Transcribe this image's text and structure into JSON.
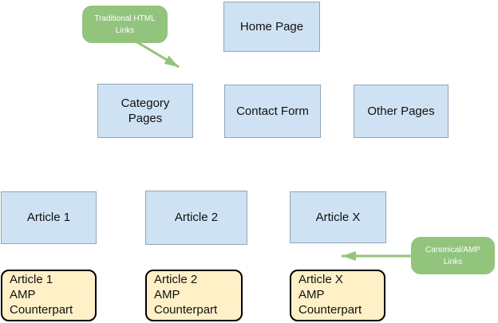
{
  "colors": {
    "box_blue_fill": "#cfe2f3",
    "box_blue_border": "#8fa5b8",
    "box_yellow_fill": "#fff0c7",
    "box_yellow_border": "#000000",
    "label_green_fill": "#93c47d",
    "label_text": "#ffffff",
    "arrow": "#93c47d",
    "box_text": "#111111"
  },
  "boxes": {
    "home": {
      "label": "Home Page"
    },
    "category": {
      "label": "Category\nPages"
    },
    "contact": {
      "label": "Contact Form"
    },
    "other": {
      "label": "Other Pages"
    },
    "article1": {
      "label": "Article 1"
    },
    "article2": {
      "label": "Article 2"
    },
    "articleX": {
      "label": "Article X"
    },
    "amp1": {
      "label": "Article 1\nAMP\nCounterpart"
    },
    "amp2": {
      "label": "Article 2\nAMP\nCounterpart"
    },
    "ampX": {
      "label": "Article X\nAMP\nCounterpart"
    }
  },
  "callouts": {
    "traditional": {
      "label": "Traditional HTML\nLinks"
    },
    "canonical": {
      "label": "Canonical/AMP\nLinks"
    }
  }
}
